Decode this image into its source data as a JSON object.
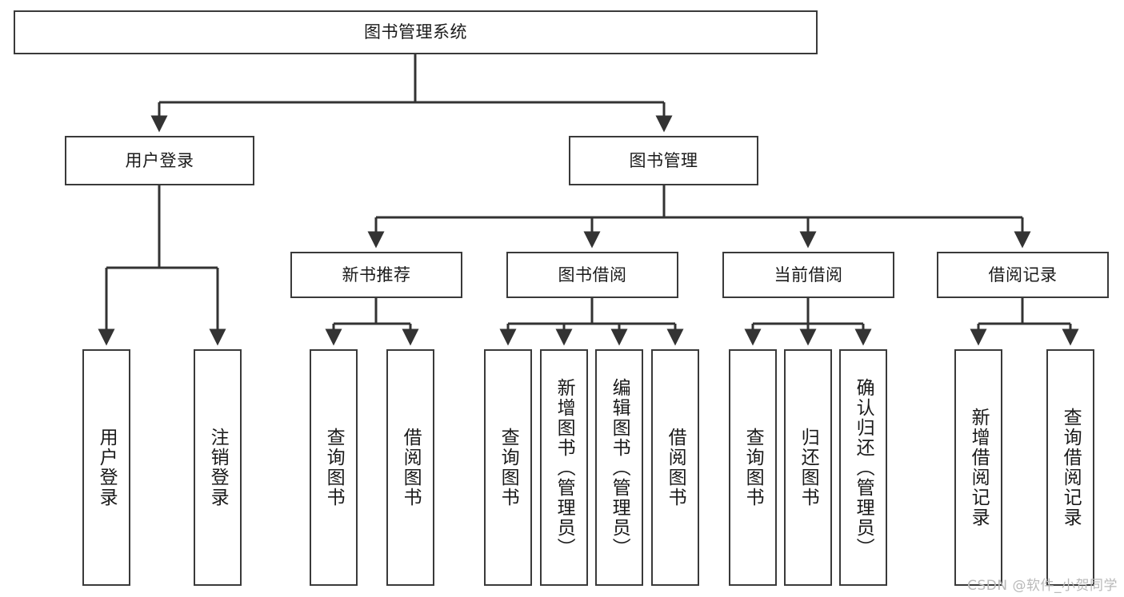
{
  "diagram": {
    "title": "图书管理系统",
    "type": "tree-hierarchy-diagram",
    "colors": {
      "box_border": "#3a3a3a",
      "box_fill": "#ffffff",
      "connector": "#333333",
      "text": "#1a1a1a",
      "watermark": "#b9b9b9",
      "background": "#ffffff"
    },
    "root": {
      "id": "root",
      "label": "图书管理系统",
      "orientation": "horizontal"
    },
    "level2": [
      {
        "id": "user-login",
        "label": "用户登录",
        "orientation": "horizontal"
      },
      {
        "id": "book-manage",
        "label": "图书管理",
        "orientation": "horizontal"
      }
    ],
    "level3": [
      {
        "id": "new-book-recommend",
        "label": "新书推荐",
        "orientation": "horizontal",
        "parent": "book-manage"
      },
      {
        "id": "book-borrow",
        "label": "图书借阅",
        "orientation": "horizontal",
        "parent": "book-manage"
      },
      {
        "id": "current-borrow",
        "label": "当前借阅",
        "orientation": "horizontal",
        "parent": "book-manage"
      },
      {
        "id": "borrow-record",
        "label": "借阅记录",
        "orientation": "horizontal",
        "parent": "book-manage"
      }
    ],
    "leaves": [
      {
        "id": "leaf-user-login",
        "label": "用户登录",
        "orientation": "vertical",
        "parent": "user-login"
      },
      {
        "id": "leaf-logout-login",
        "label": "注销登录",
        "orientation": "vertical",
        "parent": "user-login"
      },
      {
        "id": "leaf-query-book-1",
        "label": "查询图书",
        "orientation": "vertical",
        "parent": "new-book-recommend"
      },
      {
        "id": "leaf-borrow-book-1",
        "label": "借阅图书",
        "orientation": "vertical",
        "parent": "new-book-recommend"
      },
      {
        "id": "leaf-query-book-2",
        "label": "查询图书",
        "orientation": "vertical",
        "parent": "book-borrow"
      },
      {
        "id": "leaf-add-book",
        "label": "新增图书（管理员）",
        "orientation": "vertical",
        "parent": "book-borrow"
      },
      {
        "id": "leaf-edit-book",
        "label": "编辑图书（管理员）",
        "orientation": "vertical",
        "parent": "book-borrow"
      },
      {
        "id": "leaf-borrow-book-2",
        "label": "借阅图书",
        "orientation": "vertical",
        "parent": "book-borrow"
      },
      {
        "id": "leaf-query-book-3",
        "label": "查询图书",
        "orientation": "vertical",
        "parent": "current-borrow"
      },
      {
        "id": "leaf-return-book",
        "label": "归还图书",
        "orientation": "vertical",
        "parent": "current-borrow"
      },
      {
        "id": "leaf-confirm-return",
        "label": "确认归还（管理员）",
        "orientation": "vertical",
        "parent": "current-borrow"
      },
      {
        "id": "leaf-add-record",
        "label": "新增借阅记录",
        "orientation": "vertical",
        "parent": "borrow-record"
      },
      {
        "id": "leaf-query-record",
        "label": "查询借阅记录",
        "orientation": "vertical",
        "parent": "borrow-record"
      }
    ]
  },
  "watermark": {
    "text": "CSDN @软件_小贺同学"
  }
}
